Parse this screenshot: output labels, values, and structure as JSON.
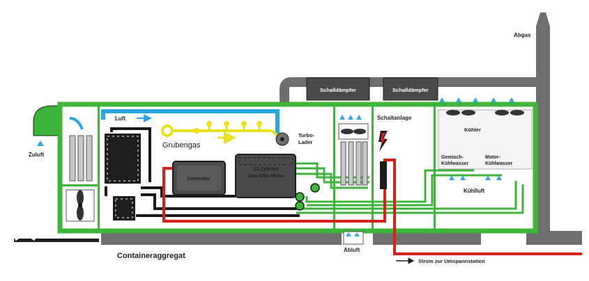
{
  "labels": {
    "abgas": "Abgas",
    "schalldaempfer_1": "Schalldämpfer",
    "schalldaempfer_2": "Schalldämpfer",
    "luft": "Luft",
    "grubengas": "Grubengas",
    "turbo_lader_1": "Turbo-",
    "turbo_lader_2": "Lader",
    "schaltanlage": "Schaltanlage",
    "kuehler": "Kühler",
    "gemisch_kuehlwasser_1": "Gemisch-",
    "gemisch_kuehlwasser_2": "Kühlwasser",
    "motor_kuehlwasser_1": "Motor-",
    "motor_kuehlwasser_2": "Kühlwasser",
    "kuehlluft": "Kühlluft",
    "zuluft": "Zuluft",
    "generator": "Generator",
    "motor_1": "12-Zylinder",
    "motor_2": "Gas-Otto-Motor",
    "abluft": "Abluft",
    "containeraggregat": "Containeraggregat",
    "strom": "Strom zur Umspannstation"
  },
  "colors": {
    "container": "#3db43a",
    "exhaust": "#6e6e6e",
    "air": "#2aa6e0",
    "gas": "#e8e21a",
    "power": "#d6201a",
    "pipes": "#1a1a1a",
    "airflow_arrows": "#2fa7e8"
  }
}
